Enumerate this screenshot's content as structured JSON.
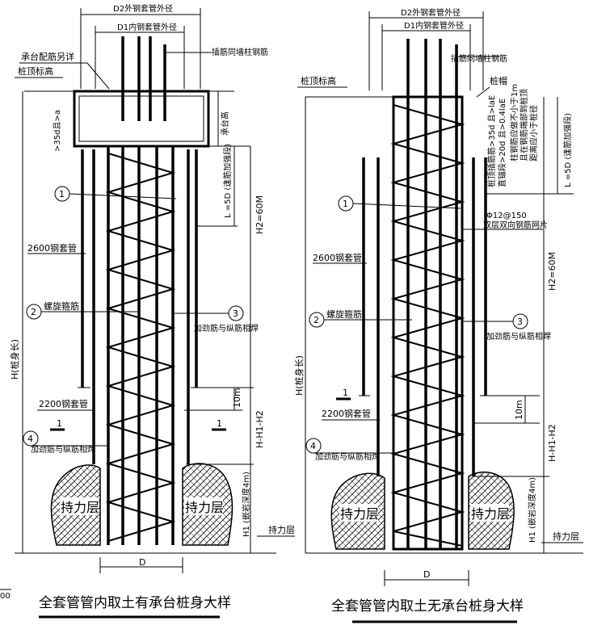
{
  "left": {
    "title": "全套管管内取土有承台桩身大样",
    "labels": {
      "d2": "D2外钢套管外径",
      "d1": "D1内钢套管外径",
      "cap_note": "承台配筋另详",
      "dowel": "插筋同墙柱钢筋",
      "pile_top": "桩顶标高",
      "embed": ">35d且>a",
      "cap_height": "承台高",
      "l5d": "L =5D (逢筋加强段)",
      "h2": "H2=60M",
      "casing2600": "2600钢套管",
      "spiral": "螺旋箍筋",
      "weld3": "加劲筋与纵筋相焊",
      "h_pile": "H(桩身长)",
      "casing2200": "2200钢套管",
      "ten_m": "10m",
      "h_h1_h2": "H-H1-H2",
      "weld4": "加劲筋与纵筋相焊",
      "bearing": "持力层",
      "h1": "H1 (嵌岩深度4m)",
      "bearing_label": "持力层",
      "d": "D",
      "sec1": "1",
      "sec1b": "1",
      "c1": "1",
      "c2": "2",
      "c3": "3",
      "c4": "4"
    }
  },
  "right": {
    "title": "全套管管内取土无承台桩身大样",
    "labels": {
      "d2": "D2外钢套管外径",
      "d1": "D1内钢套管外径",
      "dowel": "插筋同墙柱钢筋",
      "pile_top": "桩顶标高",
      "cap": "桩帽",
      "note_a": "桩顶插筋筋>35d 且>laE",
      "note_b": "直锚段>20d 且>0.4laE",
      "note_c": "柱钢筋应做不小于1m",
      "note_d": "且在钢筋端部到桩顶",
      "note_e": "距离应小于桩径",
      "mesh_a": "Φ12@150",
      "mesh_b": "双层双向钢筋网片",
      "l5d": "L =5D (逢筋加强段)",
      "h2": "H2=60M",
      "casing2600": "2600钢套管",
      "spiral": "螺旋箍筋",
      "weld3": "加劲筋与纵筋相焊",
      "h_pile": "H(桩身长)",
      "casing2200": "2200钢套管",
      "ten_m": "10m",
      "h_h1_h2": "H-H1-H2",
      "weld4": "加劲筋与纵筋相焊",
      "bearing": "持力层",
      "h1": "H1 (嵌岩深度4m)",
      "bearing_label": "持力层",
      "d": "D",
      "sec1": "1",
      "c1": "1",
      "c2": "2",
      "c3": "3",
      "c4": "4"
    }
  },
  "corner_fragment": "00"
}
